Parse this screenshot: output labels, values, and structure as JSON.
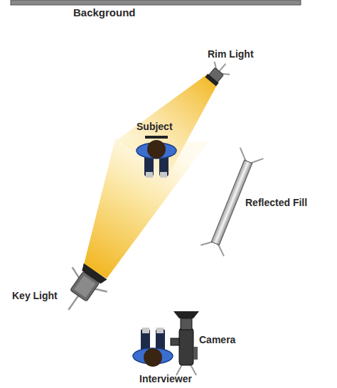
{
  "diagram": {
    "labels": [
      "Background",
      "Rim Light",
      "Subject",
      "Reflected Fill",
      "Key Light",
      "Camera",
      "Interviewer"
    ]
  }
}
